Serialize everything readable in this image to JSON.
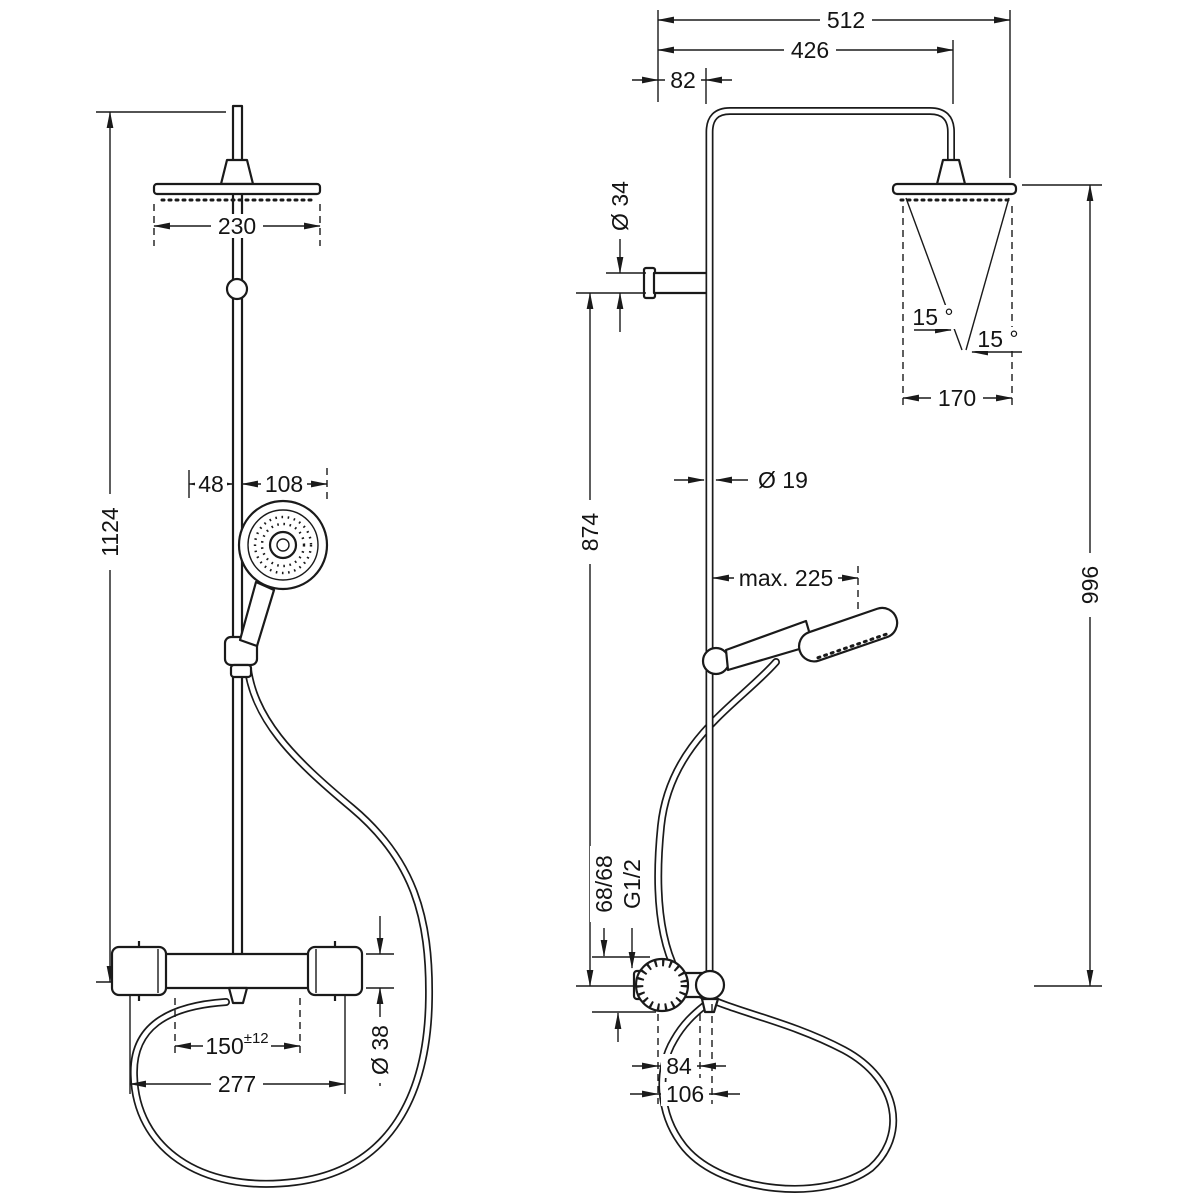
{
  "front_view": {
    "head_width": "230",
    "total_height": "1124",
    "handshower_offset": "48",
    "handshower_width": "108",
    "valve_spacing_main": "150",
    "valve_spacing_tolerance": "±12",
    "valve_width": "277",
    "valve_diameter": "Ø 38"
  },
  "side_view": {
    "depth_total": "512",
    "depth_arm": "426",
    "depth_wall_to_pipe": "82",
    "bracket_diameter": "Ø 34",
    "tilt_left": "15 °",
    "tilt_right": "15 °",
    "head_depth": "170",
    "pipe_diameter": "Ø 19",
    "height_lower": "874",
    "height_head": "996",
    "handshower_reach": "max. 225",
    "connection_spacing": "68/68",
    "thread_size": "G1/2",
    "depth_connection_a": "84",
    "depth_connection_b": "106"
  }
}
